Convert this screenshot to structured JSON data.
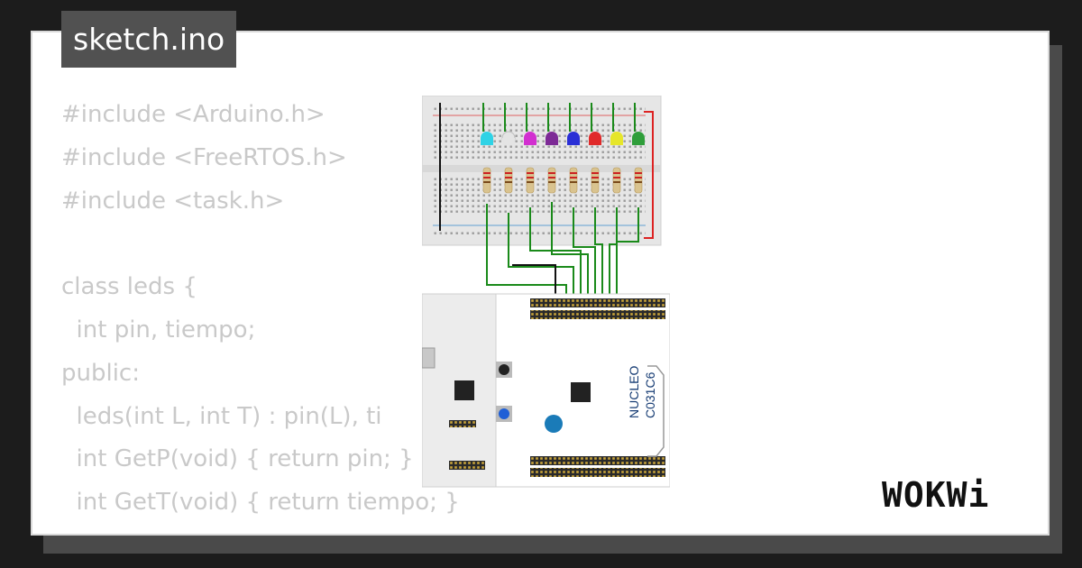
{
  "tab": {
    "filename": "sketch.ino"
  },
  "code": {
    "lines": [
      "#include <Arduino.h>",
      "#include <FreeRTOS.h>",
      "#include <task.h>",
      "",
      "class leds {",
      "  int pin, tiempo;",
      "public:",
      "  leds(int L, int T) : pin(L), ti",
      "  int GetP(void) { return pin; }",
      "  int GetT(void) { return tiempo; }",
      "};"
    ]
  },
  "board": {
    "brand_line1": "NUCLEO",
    "brand_line2": "C031C6"
  },
  "leds": {
    "colors": [
      "#2fd3e6",
      "#e4e4e4",
      "#d22fd0",
      "#7d2a96",
      "#2a2fd6",
      "#e02a2a",
      "#e6e62a",
      "#2f9e3a"
    ]
  },
  "logo": {
    "text": "WOKWi"
  },
  "colors": {
    "background": "#1c1c1c",
    "card": "#ffffff",
    "tab": "#515151",
    "code_text": "#c9c9c9",
    "wire": "#1a8a1a"
  }
}
